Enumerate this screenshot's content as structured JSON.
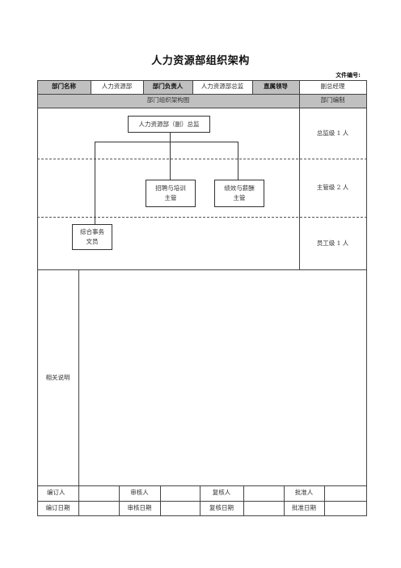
{
  "title": "人力资源部组织架构",
  "doc_no_label": "文件编号:",
  "header": {
    "dept_name_label": "部门名称",
    "dept_name_value": "人力资源部",
    "dept_head_label": "部门负责人",
    "dept_head_value": "人力资源部总监",
    "direct_leader_label": "直属领导",
    "direct_leader_value": "副总经理"
  },
  "section": {
    "chart_label": "部门组织架构图",
    "staffing_label": "部门编制"
  },
  "org": {
    "top": "人力资源部（副）总监",
    "mid_left_line1": "招聘与培训",
    "mid_left_line2": "主管",
    "mid_right_line1": "绩效与薪酬",
    "mid_right_line2": "主管",
    "bottom_line1": "综合事务",
    "bottom_line2": "文员"
  },
  "staffing": {
    "level1": "总监级 1 人",
    "level2": "主管级 2 人",
    "level3": "员工级 1 人"
  },
  "notes_label": "相关说明",
  "footer": {
    "row1": [
      "编订人",
      "",
      "审核人",
      "",
      "复核人",
      "",
      "批准人",
      ""
    ],
    "row2": [
      "编订日期",
      "",
      "审核日期",
      "",
      "复核日期",
      "",
      "批准日期",
      ""
    ]
  }
}
